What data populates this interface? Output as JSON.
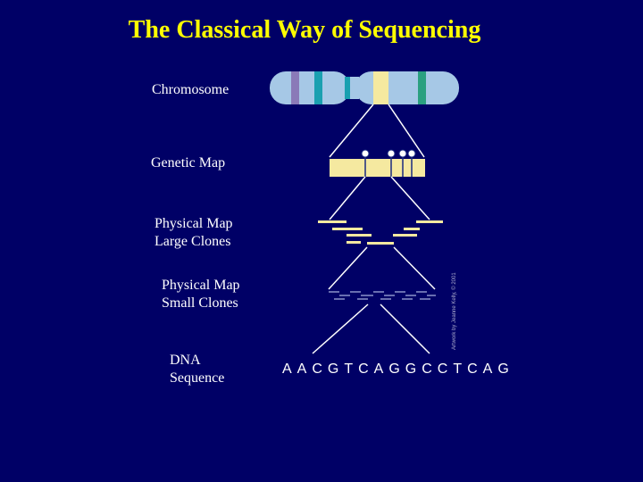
{
  "title": "The Classical Way of Sequencing",
  "labels": {
    "chromosome": "Chromosome",
    "genetic_map": "Genetic Map",
    "physical_large": "Physical Map\nLarge Clones",
    "physical_small": "Physical Map\nSmall Clones",
    "dna": "DNA\nSequence"
  },
  "sequence": "AACGTCAGGCCTCAG",
  "credit": "Artwork by Jeanne Kelly, © 2001",
  "colors": {
    "background": "#000066",
    "title": "#ffff00",
    "chromosome_base": "#a6c8e6",
    "band_purple": "#8a7ab8",
    "band_teal": "#1aa0b0",
    "band_yellow": "#f5e9a0",
    "band_green": "#2aa080",
    "genetic_map": "#f5e9a0",
    "clone": "#f5e9a0",
    "line": "#ffffff"
  }
}
